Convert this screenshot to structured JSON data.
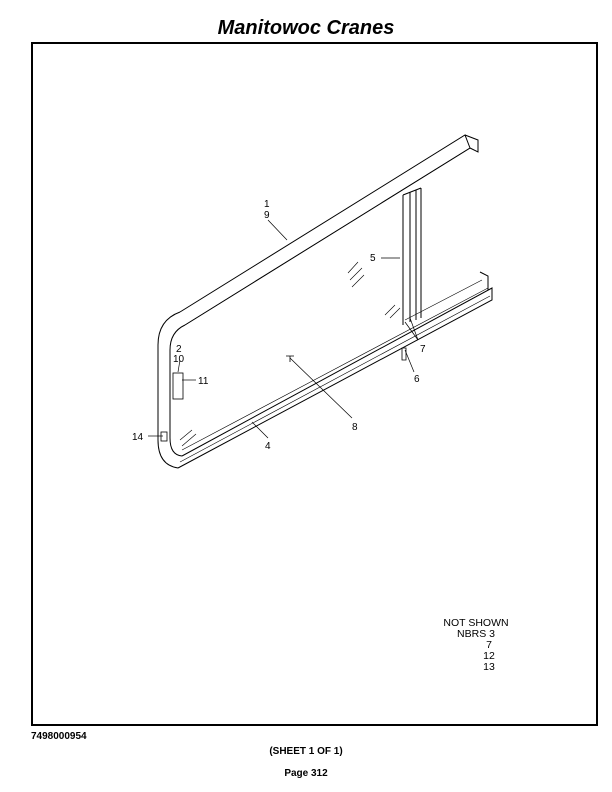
{
  "header": {
    "title": "Manitowoc Cranes"
  },
  "callouts": {
    "c1": "1",
    "c9": "9",
    "c5": "5",
    "c2": "2",
    "c10": "10",
    "c11": "11",
    "c7": "7",
    "c6": "6",
    "c8": "8",
    "c14": "14",
    "c4": "4"
  },
  "notes": {
    "heading": "NOT SHOWN",
    "line1": "NBRS 3",
    "line2": "7",
    "line3": "12",
    "line4": "13"
  },
  "footer": {
    "doc_number": "7498000954",
    "sheet": "(SHEET 1 OF 1)",
    "page": "Page 312"
  }
}
